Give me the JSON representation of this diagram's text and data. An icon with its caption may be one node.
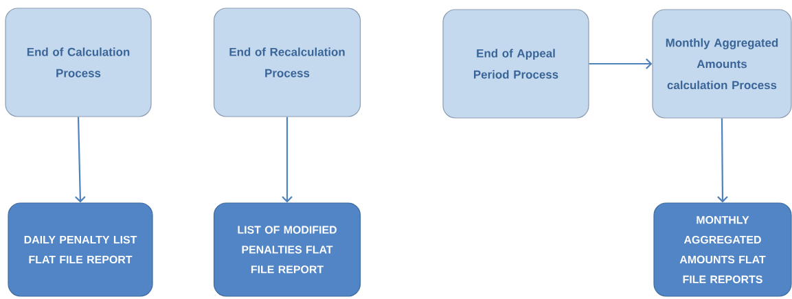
{
  "diagram": {
    "nodes": [
      {
        "text": [
          "End of Calculation Process"
        ]
      },
      {
        "text": [
          "End of Recalculation Process"
        ]
      },
      {
        "text": [
          "End of Appeal Period Process"
        ]
      },
      {
        "text": [
          "Monthly Aggregated Amounts calculation Process"
        ]
      },
      {
        "text": [
          "DAILY PENALTY LIST FLAT FILE REPORT"
        ]
      },
      {
        "text": [
          "LIST OF MODIFIED PENALTIES FLAT FILE REPORT"
        ]
      },
      {
        "text": [
          "MONTHLY AGGREGATED AMOUNTS FLAT FILE REPORTS"
        ]
      }
    ],
    "edges": [
      {
        "from": 0,
        "to": 4,
        "arrow": "to"
      },
      {
        "from": 1,
        "to": 5,
        "arrow": "to"
      },
      {
        "from": 2,
        "to": 3,
        "arrow": "to"
      },
      {
        "from": 3,
        "to": 6,
        "arrow": "to"
      }
    ]
  }
}
